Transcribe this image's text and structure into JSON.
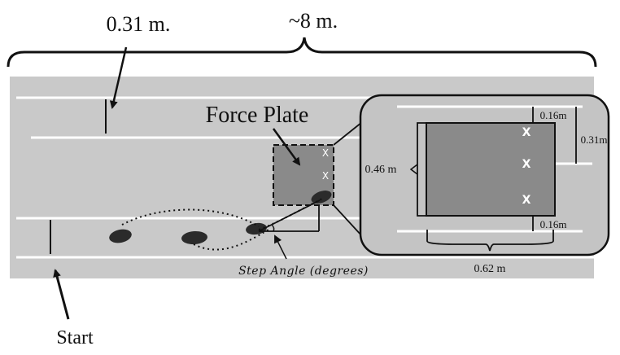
{
  "labels": {
    "track_length": "~8 m.",
    "lane_offset": "0.31 m.",
    "force_plate": "Force Plate",
    "start": "Start",
    "step_angle": "Step Angle (degrees)"
  },
  "inset": {
    "plate_height": "0.46 m",
    "plate_width": "0.62 m",
    "top_gap": "0.16m",
    "bottom_gap": "0.16m",
    "right_offset": "0.31m",
    "markers": [
      "X",
      "X",
      "X"
    ]
  },
  "force_plate_markers": [
    "X",
    "X"
  ],
  "colors": {
    "track": "#c9c9c9",
    "lane_line": "#ffffff",
    "plate": "#8a8a8a",
    "inset_background": "#c4c4c4",
    "footprint": "#2b2b2b",
    "ink": "#111111"
  }
}
